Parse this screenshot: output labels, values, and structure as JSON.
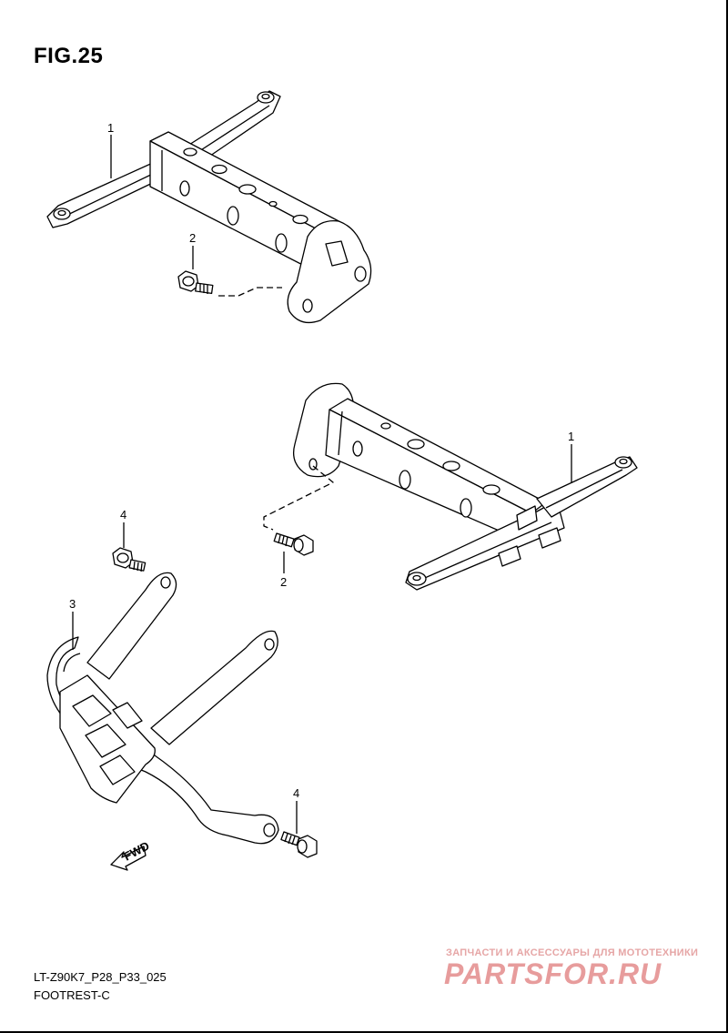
{
  "figure": {
    "title": "FIG.25"
  },
  "callouts": {
    "c1_top": "1",
    "c2_top": "2",
    "c1_mid": "1",
    "c2_mid": "2",
    "c4_upper": "4",
    "c3": "3",
    "c4_lower": "4"
  },
  "direction_arrow": {
    "label": "FWD"
  },
  "footer": {
    "code": "LT-Z90K7_P28_P33_025",
    "name": "FOOTREST-C"
  },
  "watermark": {
    "tagline": "ЗАПЧАСТИ И АКСЕССУАРЫ ДЛЯ МОТОТЕХНИКИ",
    "logo": "PARTSFOR.RU",
    "color": "#e07c7c"
  }
}
